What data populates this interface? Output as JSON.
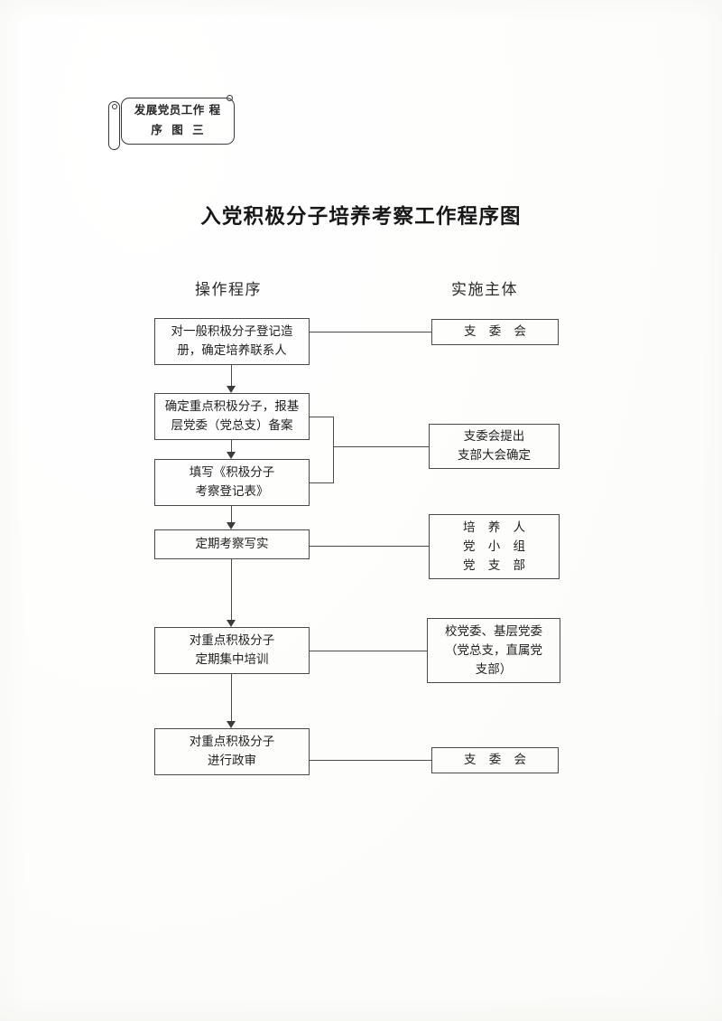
{
  "document": {
    "banner": {
      "line1": "发展党员工作",
      "line2": "程 序 图 三"
    },
    "title": "入党积极分子培养考察工作程序图",
    "columns": {
      "left_header": "操作程序",
      "right_header": "实施主体"
    },
    "procedure_steps": [
      {
        "id": "step-1",
        "lines": [
          "对一般积极分子登记造",
          "册，确定培养联系人"
        ]
      },
      {
        "id": "step-2",
        "lines": [
          "确定重点积极分子，报基",
          "层党委（党总支）备案"
        ]
      },
      {
        "id": "step-3",
        "lines": [
          "填写《积极分子",
          "考察登记表》"
        ]
      },
      {
        "id": "step-4",
        "lines": [
          "定期考察写实"
        ]
      },
      {
        "id": "step-5",
        "lines": [
          "对重点积极分子",
          "定期集中培训"
        ]
      },
      {
        "id": "step-6",
        "lines": [
          "对重点积极分子",
          "进行政审"
        ]
      }
    ],
    "responsible_bodies": [
      {
        "id": "body-1",
        "lines": [
          "支 委 会"
        ],
        "spaced": true
      },
      {
        "id": "body-2",
        "lines": [
          "支委会提出",
          "支部大会确定"
        ],
        "spaced": false
      },
      {
        "id": "body-3",
        "lines": [
          "培 养 人",
          "党 小 组",
          "党 支 部"
        ],
        "spaced": true
      },
      {
        "id": "body-4",
        "lines": [
          "校党委、基层党委",
          "（党总支，直属党",
          "支部）"
        ],
        "spaced": false
      },
      {
        "id": "body-5",
        "lines": [
          "支 委 会"
        ],
        "spaced": true
      }
    ],
    "colors": {
      "paper": "#fdfdfc",
      "ink": "#1f1f1f",
      "line": "#4a4a4a"
    }
  }
}
